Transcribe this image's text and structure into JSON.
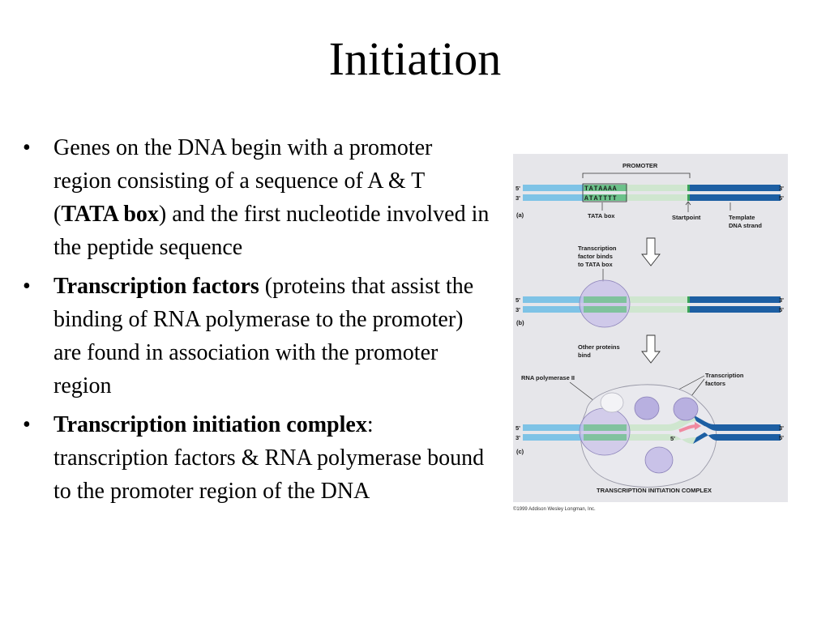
{
  "slide": {
    "title": "Initiation",
    "bullets": [
      {
        "pre": "Genes on the DNA begin with a promoter region consisting of a sequence of A & T (",
        "bold": "TATA box",
        "post": ") and the first nucleotide involved in the peptide sequence"
      },
      {
        "pre": "",
        "bold": "Transcription factors",
        "post": " (proteins that assist the binding of RNA polymerase to the promoter) are found in association with the promoter region"
      },
      {
        "pre": "",
        "bold": "Transcription initiation complex",
        "post": ": transcription factors & RNA polymerase bound to the promoter region of the DNA"
      }
    ]
  },
  "figure": {
    "promoter_label": "PROMOTER",
    "tata_top": "TATAAAA",
    "tata_bottom": "ATATTTT",
    "five_prime": "5'",
    "three_prime": "3'",
    "panel_a": "(a)",
    "panel_b": "(b)",
    "panel_c": "(c)",
    "tata_box_label": "TATA box",
    "startpoint_label": "Startpoint",
    "template_label_1": "Template",
    "template_label_2": "DNA strand",
    "tf_binds_1": "Transcription",
    "tf_binds_2": "factor binds",
    "tf_binds_3": "to TATA box",
    "other_proteins_1": "Other proteins",
    "other_proteins_2": "bind",
    "rna_pol_label": "RNA polymerase II",
    "tf_label_1": "Transcription",
    "tf_label_2": "factors",
    "rna_5prime": "5'",
    "complex_label": "TRANSCRIPTION INITIATION COMPLEX",
    "copyright": "©1999 Addison Wesley Longman, Inc.",
    "colors": {
      "light_blue": "#7ec3e6",
      "dark_blue": "#1d5fa3",
      "tata_green": "#6cc28a",
      "light_green": "#cfe6cf",
      "protein": "#c9c2e8",
      "rna": "#f08aa0",
      "background": "#e6e6ea"
    }
  }
}
